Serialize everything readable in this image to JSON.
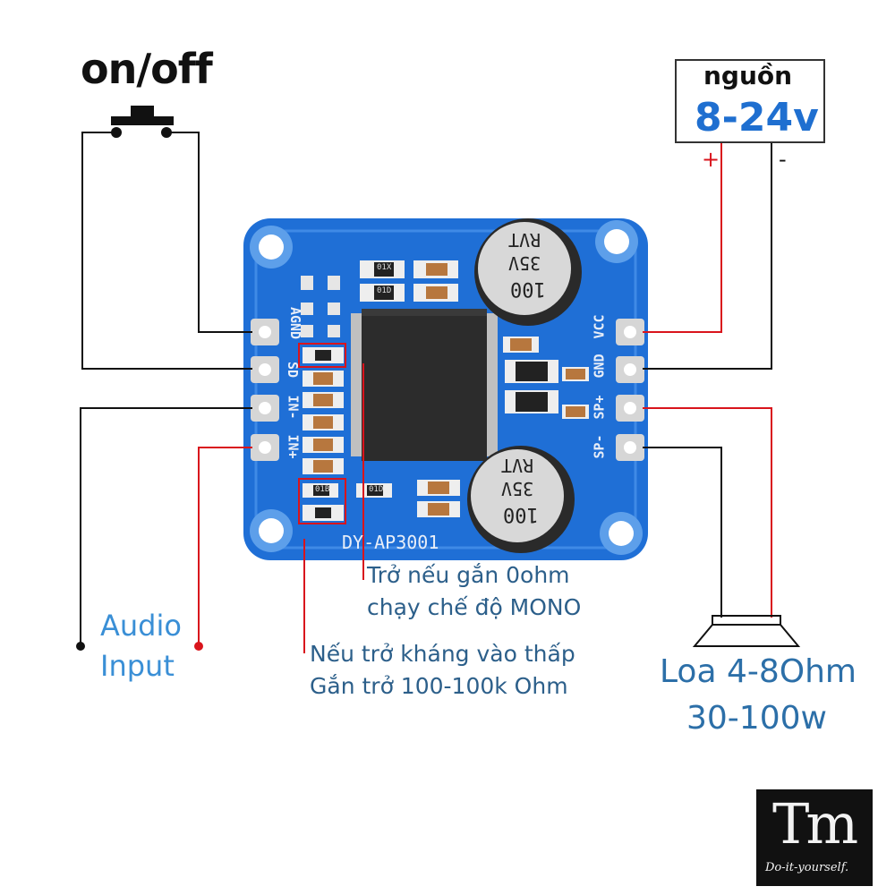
{
  "switch": {
    "label": "on/off"
  },
  "power": {
    "title": "nguồn",
    "voltage": "8-24v",
    "plus": "+",
    "minus": "-"
  },
  "board": {
    "model": "DY-AP3001",
    "left_pins": [
      "AGND",
      "SD",
      "IN-",
      "IN+"
    ],
    "right_pins": [
      "VCC",
      "GND",
      "SP+",
      "SP-"
    ],
    "capacitor": {
      "value": "100",
      "voltage": "35V",
      "brand": "RVT"
    },
    "chip_marks": [
      "01X",
      "01D",
      "01B",
      "01D"
    ]
  },
  "audio_input": {
    "line1": "Audio",
    "line2": "Input"
  },
  "notes": {
    "mono_line1": "Trở nếu gắn 0ohm",
    "mono_line2": "chạy chế độ MONO",
    "impedance_line1": "Nếu trở kháng vào thấp",
    "impedance_line2": "Gắn trở 100-100k Ohm"
  },
  "speaker": {
    "line1": "Loa 4-8Ohm",
    "line2": "30-100w"
  },
  "logo": {
    "mark": "Tm",
    "tagline": "Do-it-yourself."
  },
  "colors": {
    "board": "#1f6fd6",
    "wire_black": "#111111",
    "wire_red": "#d9141c",
    "label_blue": "#3a8fd6"
  }
}
